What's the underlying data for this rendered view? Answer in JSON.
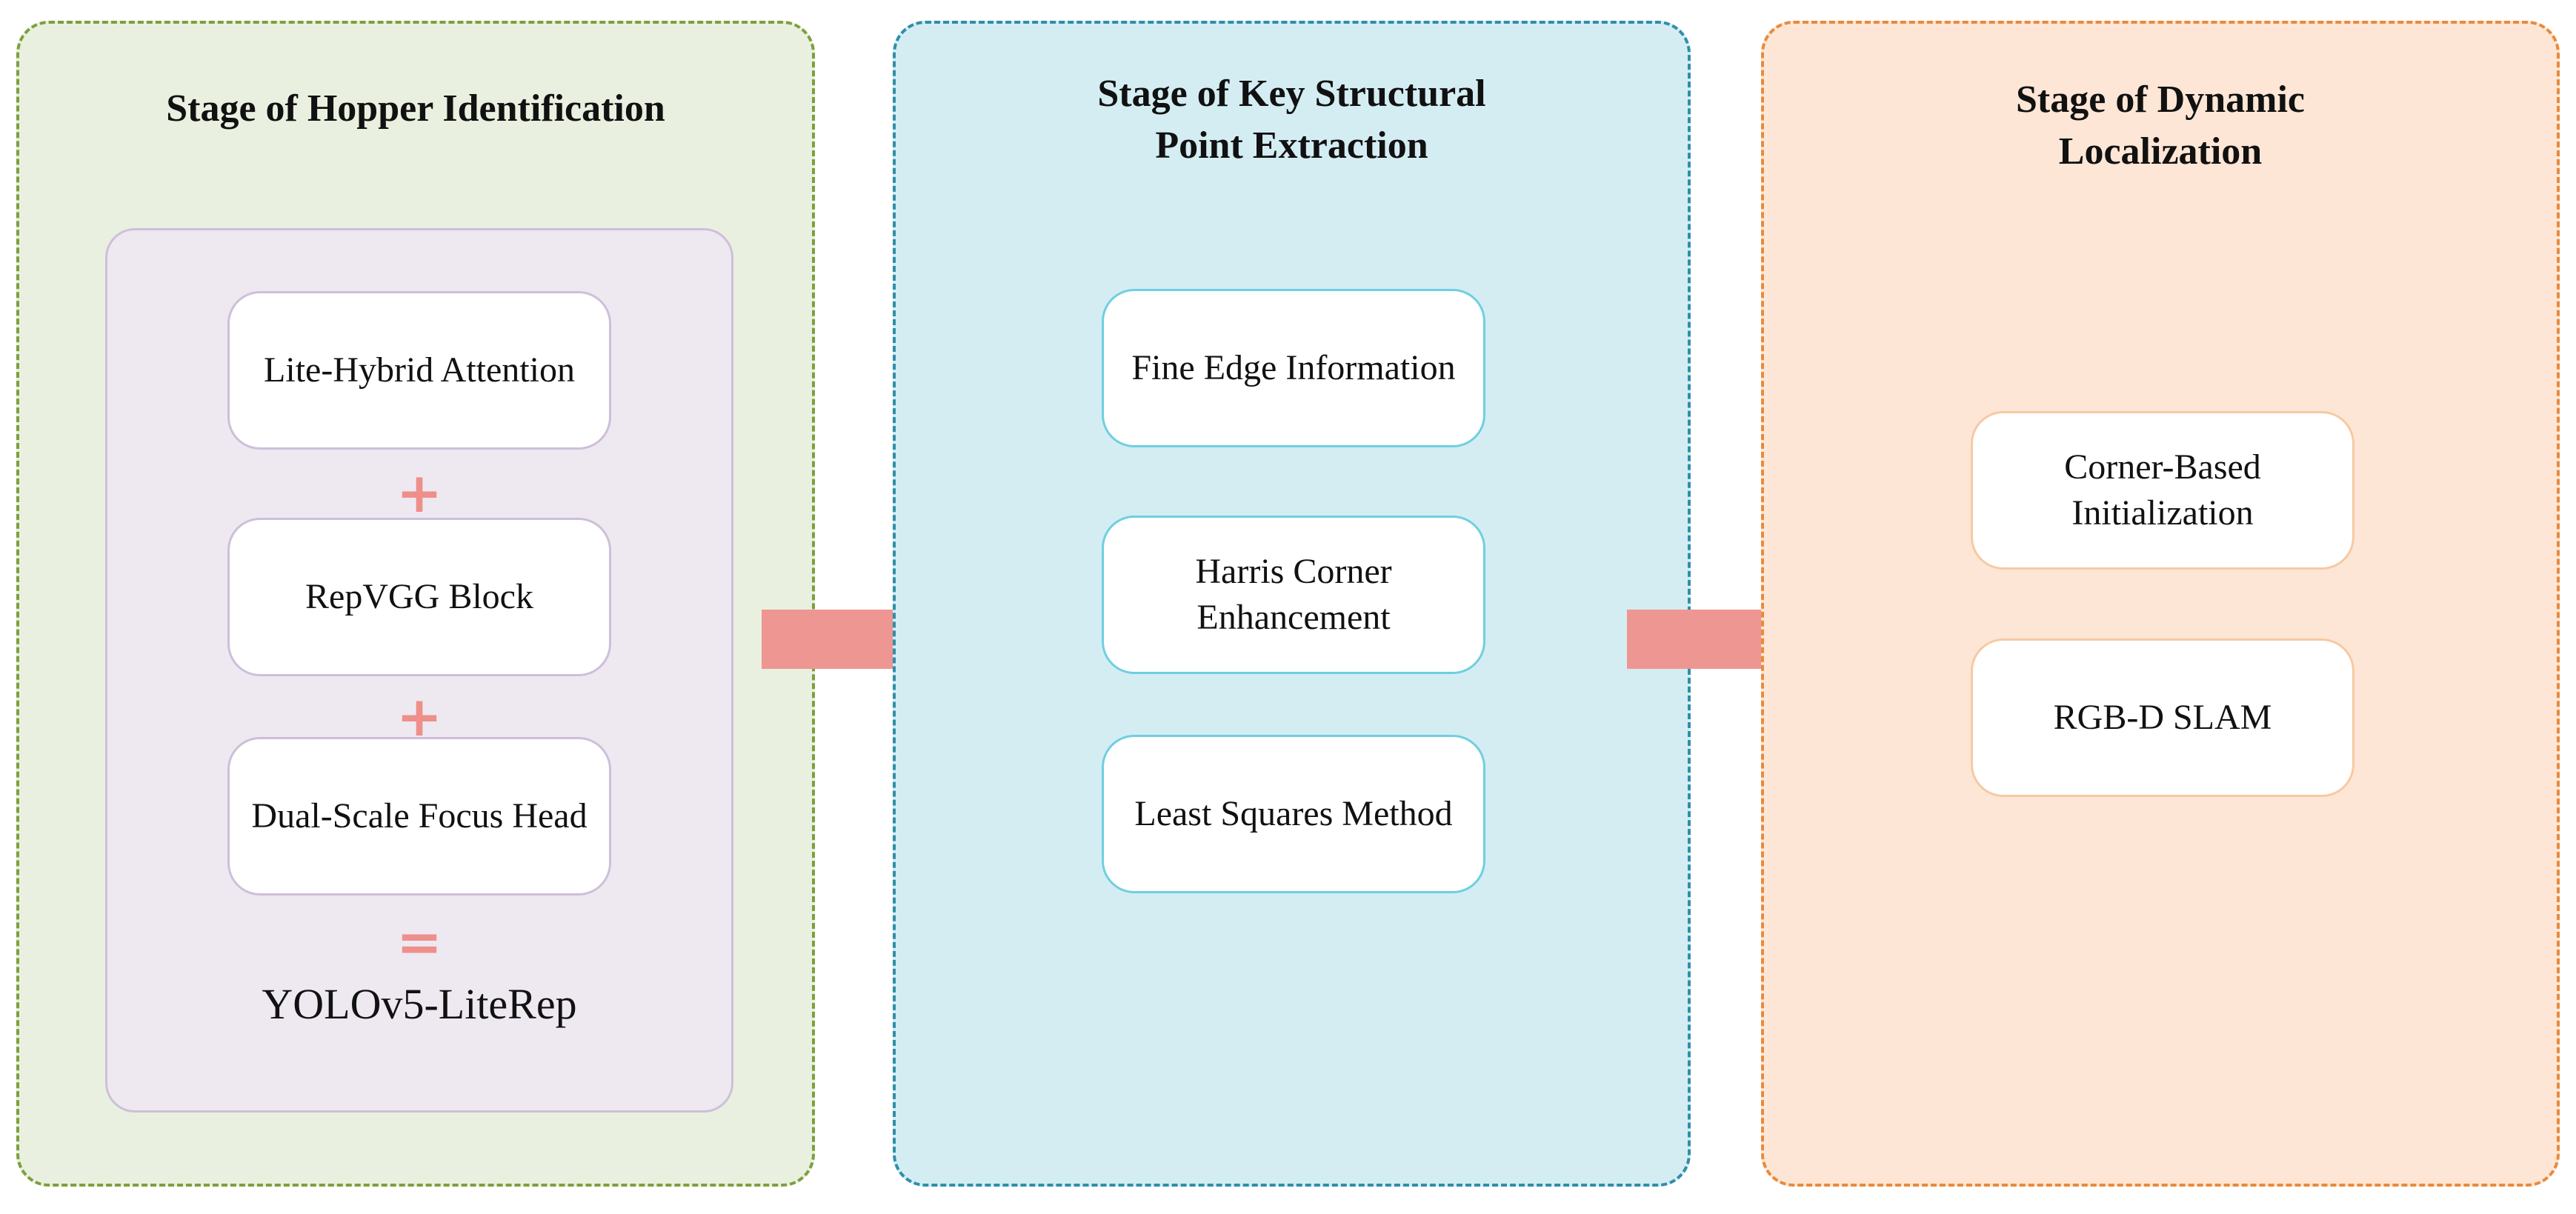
{
  "stages": [
    {
      "title": "Stage of Hopper Identification",
      "color": "#7e9f3d",
      "background": "#e9f0e0",
      "modules": [
        "Lite-Hybrid Attention",
        "RepVGG Block",
        "Dual-Scale Focus Head"
      ],
      "operators": [
        "+",
        "+",
        "="
      ],
      "result": "YOLOv5-LiteRep"
    },
    {
      "title": "Stage of Key Structural\nPoint Extraction",
      "color": "#2f8eaa",
      "background": "#d4edf3",
      "modules": [
        "Fine Edge Information",
        "Harris Corner\nEnhancement",
        "Least Squares Method"
      ]
    },
    {
      "title": "Stage of Dynamic\nLocalization",
      "color": "#e98a3c",
      "background": "#fde6d5",
      "modules": [
        "Corner-Based\nInitialization",
        "RGB-D SLAM"
      ]
    }
  ],
  "arrow_color": "#ee9691"
}
